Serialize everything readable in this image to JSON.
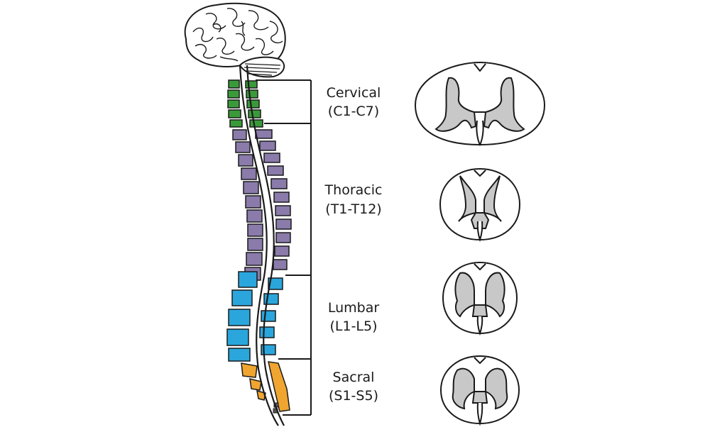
{
  "regions": [
    {
      "name": "Cervical",
      "range": "(C1-C7)"
    },
    {
      "name": "Thoracic",
      "range": "(T1-T12)"
    },
    {
      "name": "Lumbar",
      "range": "(L1-L5)"
    },
    {
      "name": "Sacral",
      "range": "(S1-S5)"
    }
  ],
  "colors": {
    "cervical": "#3a9a3a",
    "thoracic": "#8a7bab",
    "lumbar": "#2aa6dd",
    "sacral": "#f0a530",
    "gray_matter": "#c8c8c8",
    "outline": "#1a1a1a"
  }
}
